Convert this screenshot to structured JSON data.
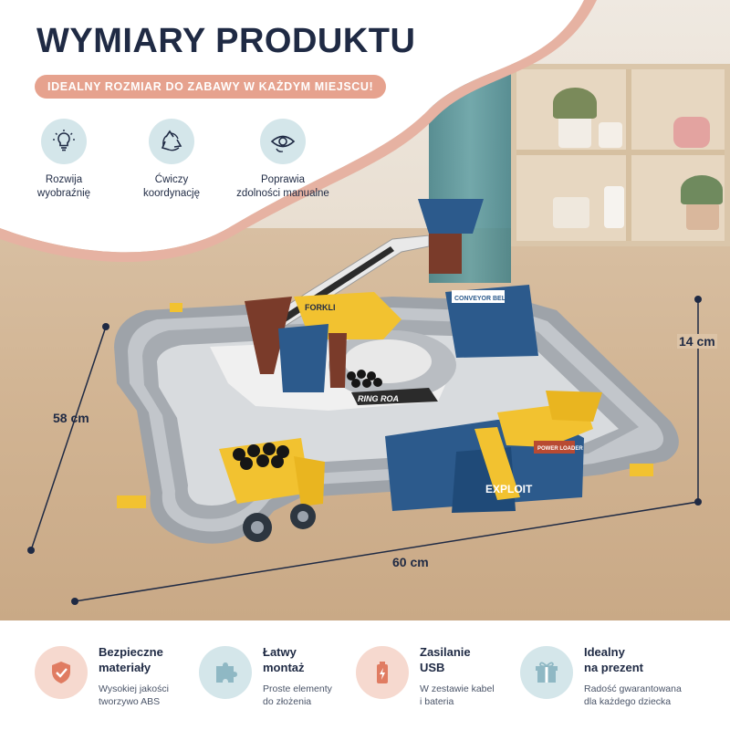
{
  "header": {
    "title": "WYMIARY PRODUKTU",
    "tagline": "IDEALNY ROZMIAR DO ZABAWY W KAŻDYM MIEJSCU!"
  },
  "benefits": [
    {
      "icon": "lightbulb-icon",
      "line1": "Rozwija",
      "line2": "wyobraźnię"
    },
    {
      "icon": "recycle-icon",
      "line1": "Ćwiczy",
      "line2": "koordynację"
    },
    {
      "icon": "eye-icon",
      "line1": "Poprawia",
      "line2": "zdolności manualne"
    }
  ],
  "dimensions": {
    "width": "60 cm",
    "depth": "58 cm",
    "height": "14 cm"
  },
  "toy_labels": {
    "forklift": "FORKLI",
    "ring_road": "RING ROA",
    "conveyor_belt": "CONVEYOR BELT",
    "exploit": "EXPLOIT",
    "power_loader": "POWER LOADER"
  },
  "features": [
    {
      "icon": "shield-check-icon",
      "title1": "Bezpieczne",
      "title2": "materiały",
      "desc1": "Wysokiej jakości",
      "desc2": "tworzywo ABS"
    },
    {
      "icon": "puzzle-icon",
      "title1": "Łatwy",
      "title2": "montaż",
      "desc1": "Proste elementy",
      "desc2": "do złożenia"
    },
    {
      "icon": "battery-icon",
      "title1": "Zasilanie",
      "title2": "USB",
      "desc1": "W zestawie kabel",
      "desc2": "i bateria"
    },
    {
      "icon": "gift-icon",
      "title1": "Idealny",
      "title2": "na prezent",
      "desc1": "Radość gwarantowana",
      "desc2": "dla każdego dziecka"
    }
  ],
  "colors": {
    "navy": "#1f2a44",
    "accent": "#e6a28e",
    "benefit_circle": "#d4e6ea",
    "feature_circle_peach": "#f6d9cf",
    "feature_circle_blue": "#d4e6ea"
  }
}
